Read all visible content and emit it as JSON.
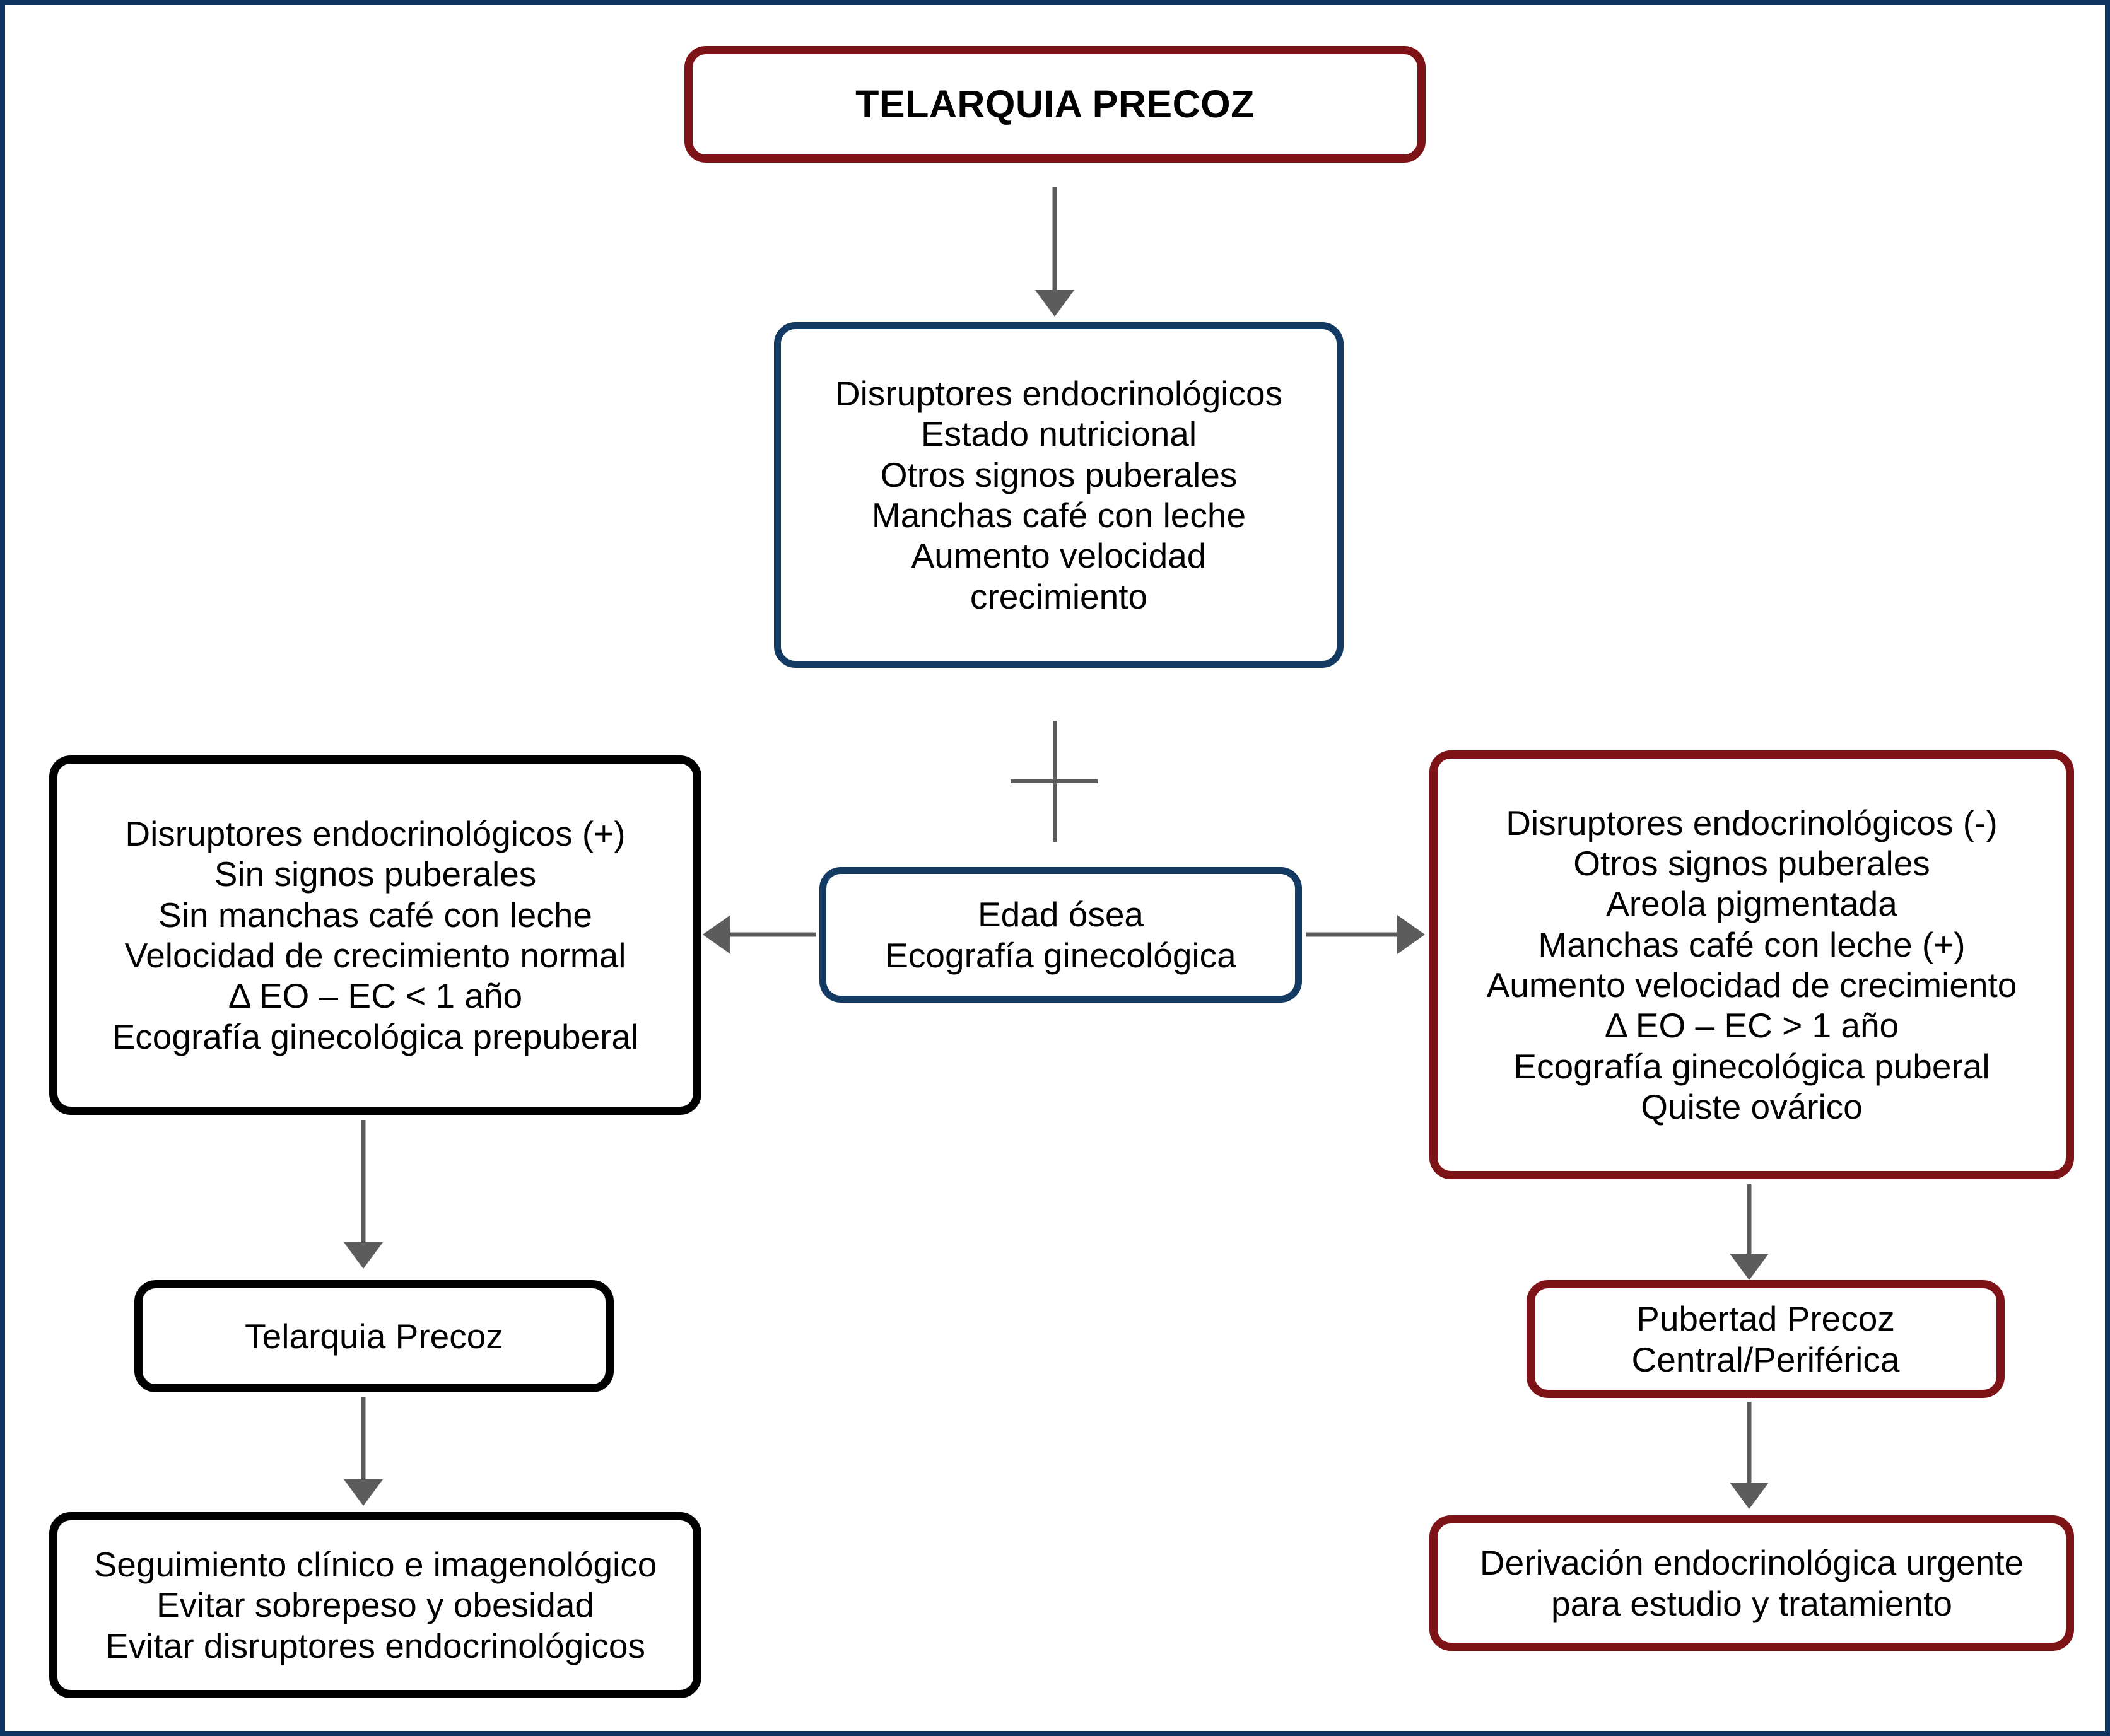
{
  "diagram": {
    "title_node": {
      "label": "TELARQUIA PRECOZ",
      "border_color": "#7d1316"
    },
    "assessment_node": {
      "lines": [
        "Disruptores endocrinológicos",
        "Estado nutricional",
        "Otros signos puberales",
        "Manchas café con leche",
        "Aumento velocidad",
        "crecimiento"
      ],
      "border_color": "#123a63"
    },
    "plus_symbol": "+",
    "exams_node": {
      "lines": [
        "Edad ósea",
        "Ecografía ginecológica"
      ],
      "border_color": "#123a63"
    },
    "left_findings_node": {
      "lines": [
        "Disruptores endocrinológicos (+)",
        "Sin signos puberales",
        "Sin manchas café con leche",
        "Velocidad de crecimiento normal",
        "Δ EO – EC < 1 año",
        "Ecografía ginecológica prepuberal"
      ],
      "border_color": "#000000"
    },
    "right_findings_node": {
      "lines": [
        "Disruptores endocrinológicos (-)",
        "Otros signos puberales",
        "Areola pigmentada",
        "Manchas café con leche (+)",
        "Aumento velocidad de crecimiento",
        "Δ EO – EC > 1 año",
        "Ecografía ginecológica puberal",
        "Quiste ovárico"
      ],
      "border_color": "#7d1316"
    },
    "left_diagnosis_node": {
      "lines": [
        "Telarquia Precoz"
      ],
      "border_color": "#000000"
    },
    "right_diagnosis_node": {
      "lines": [
        "Pubertad Precoz",
        "Central/Periférica"
      ],
      "border_color": "#7d1316"
    },
    "left_management_node": {
      "lines": [
        "Seguimiento clínico e imagenológico",
        "Evitar sobrepeso y obesidad",
        "Evitar disruptores endocrinológicos"
      ],
      "border_color": "#000000"
    },
    "right_management_node": {
      "lines": [
        "Derivación endocrinológica urgente",
        "para estudio y tratamiento"
      ],
      "border_color": "#7d1316"
    },
    "arrow_color": "#5c5c5c",
    "frame_color": "#0d3360"
  }
}
